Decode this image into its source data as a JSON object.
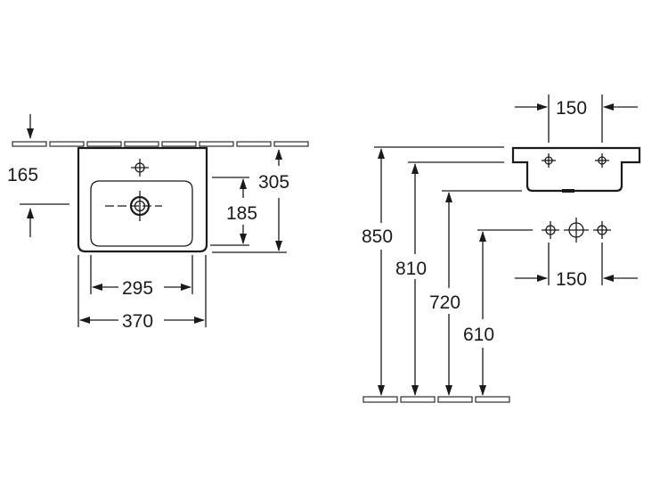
{
  "front_view": {
    "dim_wall_to_tap": "165",
    "dim_total_depth": "305",
    "dim_bowl_depth": "185",
    "dim_bowl_width": "295",
    "dim_total_width": "370"
  },
  "side_view": {
    "dim_tap_spacing_top": "150",
    "dim_tap_spacing_bottom": "150",
    "dim_height_top": "850",
    "dim_height_rim": "810",
    "dim_height_bowl": "720",
    "dim_height_taps": "610"
  }
}
